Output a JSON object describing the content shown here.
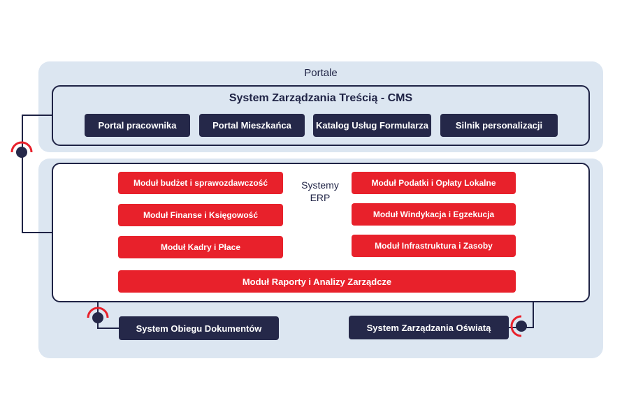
{
  "portale": {
    "title": "Portale",
    "cms": {
      "title": "System Zarządzania Treścią - CMS",
      "modules": [
        "Portal pracownika",
        "Portal Mieszkańca",
        "Katalog Usług Formularza",
        "Silnik personalizacji"
      ]
    }
  },
  "erp": {
    "title_line1": "Systemy",
    "title_line2": "ERP",
    "left_modules": [
      "Moduł budżet i sprawozdawczość",
      "Moduł Finanse i Księgowość",
      "Moduł Kadry i Płace"
    ],
    "right_modules": [
      "Moduł Podatki i Opłaty Lokalne",
      "Moduł Windykacja i Egzekucja",
      "Moduł Infrastruktura i Zasoby"
    ],
    "wide_module": "Moduł Raporty i Analizy Zarządcze"
  },
  "external": {
    "documents": "System Obiegu Dokumentów",
    "education": "System Zarządzania Oświatą"
  },
  "colors": {
    "panel": "#dce6f1",
    "navy": "#252849",
    "red": "#e8212b"
  }
}
